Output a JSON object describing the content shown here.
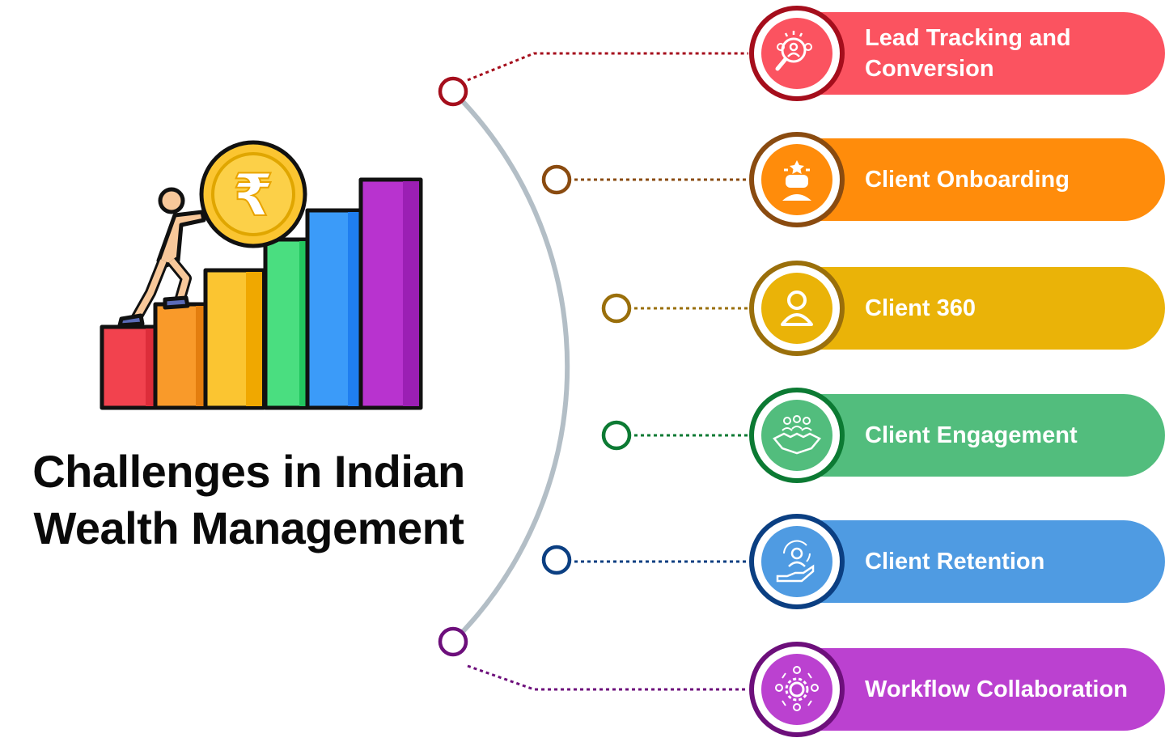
{
  "title": {
    "line1": "Challenges in Indian",
    "line2": "Wealth Management"
  },
  "items": [
    {
      "label": "Lead Tracking and Conversion",
      "icon": "lead-search-icon",
      "pill_color": "#fb5360",
      "ring_color": "#a50e1c"
    },
    {
      "label": "Client Onboarding",
      "icon": "onboarding-star-person-icon",
      "pill_color": "#ff8c0b",
      "ring_color": "#8a4b10"
    },
    {
      "label": "Client 360",
      "icon": "user-profile-icon",
      "pill_color": "#eab308",
      "ring_color": "#9a6f0b"
    },
    {
      "label": "Client Engagement",
      "icon": "handshake-group-icon",
      "pill_color": "#52bd7d",
      "ring_color": "#0c7a33"
    },
    {
      "label": "Client Retention",
      "icon": "hand-person-cycle-icon",
      "pill_color": "#4f9be2",
      "ring_color": "#0b3f82"
    },
    {
      "label": "Workflow Collaboration",
      "icon": "team-gear-icon",
      "pill_color": "#bb41d0",
      "ring_color": "#6d0f7b"
    }
  ],
  "colors": {
    "arc": "#b3bec6",
    "rupee_coin": "#fbc531",
    "bars": [
      "#f2424e",
      "#f99a2a",
      "#fbc531",
      "#36d46f",
      "#2f8ef9",
      "#b833cf"
    ]
  }
}
